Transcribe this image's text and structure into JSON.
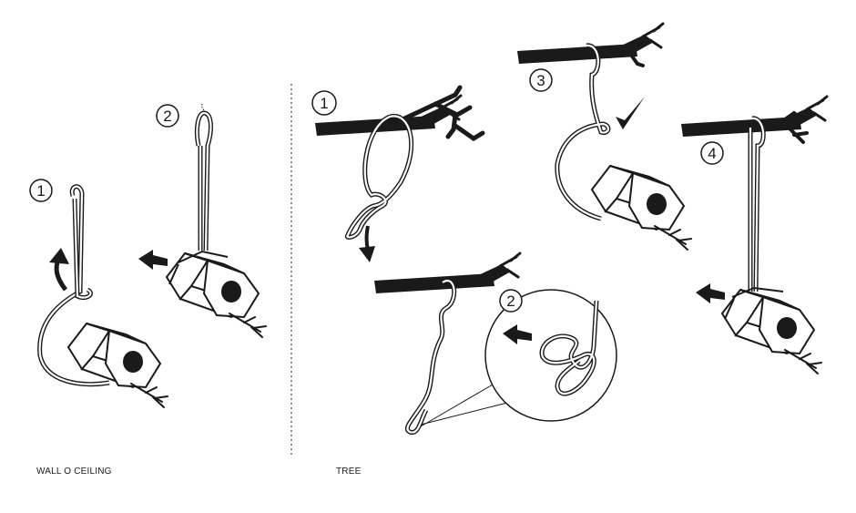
{
  "sections": [
    {
      "caption": "WALL O CEILING",
      "steps": [
        {
          "number": "1"
        },
        {
          "number": "2"
        }
      ]
    },
    {
      "caption": "TREE",
      "steps": [
        {
          "number": "1"
        },
        {
          "number": "2"
        },
        {
          "number": "3"
        },
        {
          "number": "4"
        }
      ]
    }
  ],
  "colors": {
    "ink": "#1a1a1a",
    "paper": "#ffffff"
  }
}
